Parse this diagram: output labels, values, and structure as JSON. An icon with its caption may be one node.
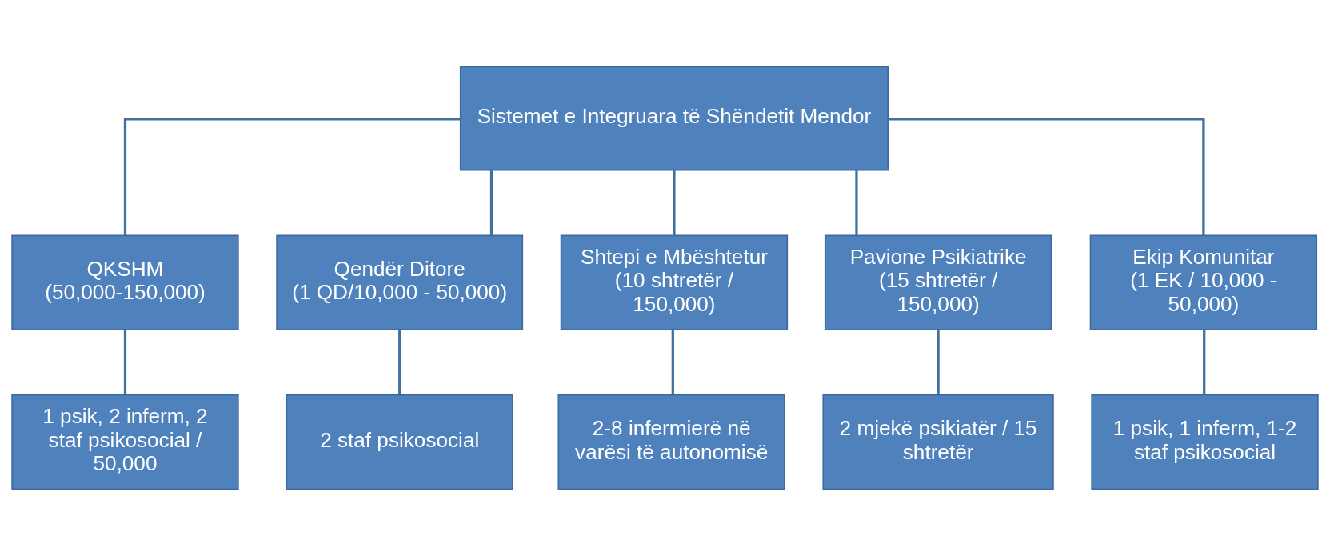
{
  "diagram": {
    "nodes": [
      {
        "text": [
          "Sistemet e Integruara të Shëndetit Mendor"
        ]
      },
      {
        "text": [
          "QKSHM",
          "(50,000-150,000)"
        ]
      },
      {
        "text": [
          "Qendër Ditore",
          "(1 QD/10,000 - 50,000)"
        ]
      },
      {
        "text": [
          "Shtepi e Mbështetur",
          "(10 shtretër / 150,000)"
        ]
      },
      {
        "text": [
          "Pavione Psikiatrike",
          "(15 shtretër / 150,000)"
        ]
      },
      {
        "text": [
          "Ekip Komunitar",
          "(1 EK / 10,000 - 50,000)"
        ]
      },
      {
        "text": [
          "1 psik, 2 inferm, 2 staf psikosocial / 50,000"
        ]
      },
      {
        "text": [
          "2 staf psikosocial"
        ]
      },
      {
        "text": [
          "2-8 infermierë në varësi të autonomisë"
        ]
      },
      {
        "text": [
          "2 mjekë psikiatër / 15 shtretër"
        ]
      },
      {
        "text": [
          "1 psik, 1 inferm, 1-2 staf psikosocial"
        ]
      }
    ],
    "edges": [
      {
        "from": 0,
        "to": 1,
        "arrow": "none"
      },
      {
        "from": 0,
        "to": 2,
        "arrow": "none"
      },
      {
        "from": 0,
        "to": 3,
        "arrow": "none"
      },
      {
        "from": 0,
        "to": 4,
        "arrow": "none"
      },
      {
        "from": 0,
        "to": 5,
        "arrow": "none"
      },
      {
        "from": 1,
        "to": 6,
        "arrow": "none"
      },
      {
        "from": 2,
        "to": 7,
        "arrow": "none"
      },
      {
        "from": 3,
        "to": 8,
        "arrow": "none"
      },
      {
        "from": 4,
        "to": 9,
        "arrow": "none"
      },
      {
        "from": 5,
        "to": 10,
        "arrow": "none"
      }
    ]
  }
}
